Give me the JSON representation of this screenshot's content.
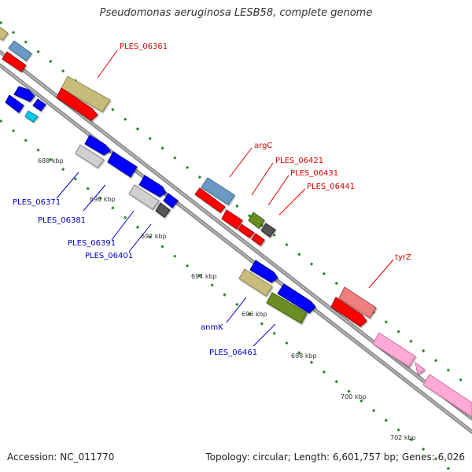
{
  "title": "Pseudomonas aeruginosa LESB58, complete genome",
  "footer": {
    "accession": "Accession: NC_011770",
    "summary": "Topology: circular; Length: 6,601,757 bp; Genes: 6,026"
  },
  "colors": {
    "backbone": "#8c8c8c",
    "tick": "#1f8a1f",
    "label_red": "#dd0000",
    "label_blue": "#0000cc"
  },
  "ticks": [
    {
      "label": "688 kbp"
    },
    {
      "label": "690 kbp"
    },
    {
      "label": "692 kbp"
    },
    {
      "label": "694 kbp"
    },
    {
      "label": "696 kbp"
    },
    {
      "label": "698 kbp"
    },
    {
      "label": "700 kbp"
    },
    {
      "label": "702 kbp"
    }
  ],
  "gene_labels": [
    {
      "name": "PLES_06361",
      "color": "red"
    },
    {
      "name": "argC",
      "color": "red"
    },
    {
      "name": "PLES_06421",
      "color": "red"
    },
    {
      "name": "PLES_06431",
      "color": "red"
    },
    {
      "name": "PLES_06441",
      "color": "red"
    },
    {
      "name": "tyrZ",
      "color": "red"
    },
    {
      "name": "PLES_06371",
      "color": "blue"
    },
    {
      "name": "PLES_06381",
      "color": "blue"
    },
    {
      "name": "PLES_06391",
      "color": "blue"
    },
    {
      "name": "PLES_06401",
      "color": "blue"
    },
    {
      "name": "anmK",
      "color": "blue"
    },
    {
      "name": "PLES_06461",
      "color": "blue"
    }
  ]
}
